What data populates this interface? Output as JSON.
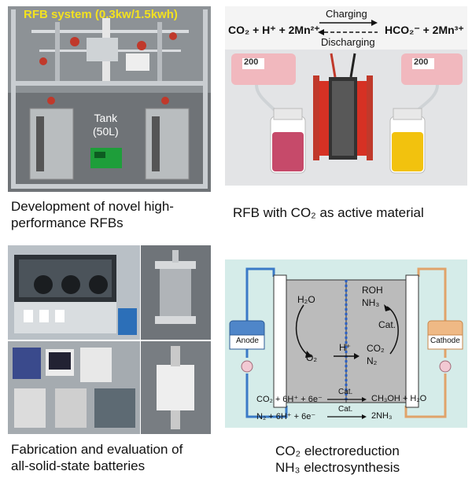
{
  "panel_rfb_system": {
    "overlay_title": "RFB system (0.3kw/1.5kwh)",
    "tank_label_line1": "Tank",
    "tank_label_line2": "(50L)",
    "caption_line1": "Development of novel high-",
    "caption_line2": "performance RFBs"
  },
  "panel_co2_rfb": {
    "equation_left": "CO₂ + H⁺ + 2Mn²⁺",
    "equation_right": "HCO₂⁻ + 2Mn³⁺",
    "charging_label": "Charging",
    "discharging_label": "Discharging",
    "pump_display_left": "200",
    "pump_display_right": "200",
    "caption": "RFB with CO₂ as active material"
  },
  "panel_solid_state": {
    "caption_line1": "Fabrication and evaluation of",
    "caption_line2": "all-solid-state batteries"
  },
  "panel_electro": {
    "anode_label": "Anode",
    "cathode_label": "Cathode",
    "h2o_label": "H₂O",
    "o2_label": "O₂",
    "hplus_label": "H⁺",
    "roh_label": "ROH",
    "nh3_label": "NH₃",
    "cat_label": "Cat.",
    "co2_label": "CO₂",
    "n2_label": "N₂",
    "reaction1_left": "CO₂ + 6H⁺ + 6e⁻",
    "reaction1_cat": "Cat.",
    "reaction1_right": "CH₃OH + H₂O",
    "reaction2_left": "N₂ + 6H⁺ + 6e⁻",
    "reaction2_cat": "Cat.",
    "reaction2_right": "2NH₃",
    "caption_line1": "CO₂ electroreduction",
    "caption_line2": "NH₃ electrosynthesis"
  }
}
